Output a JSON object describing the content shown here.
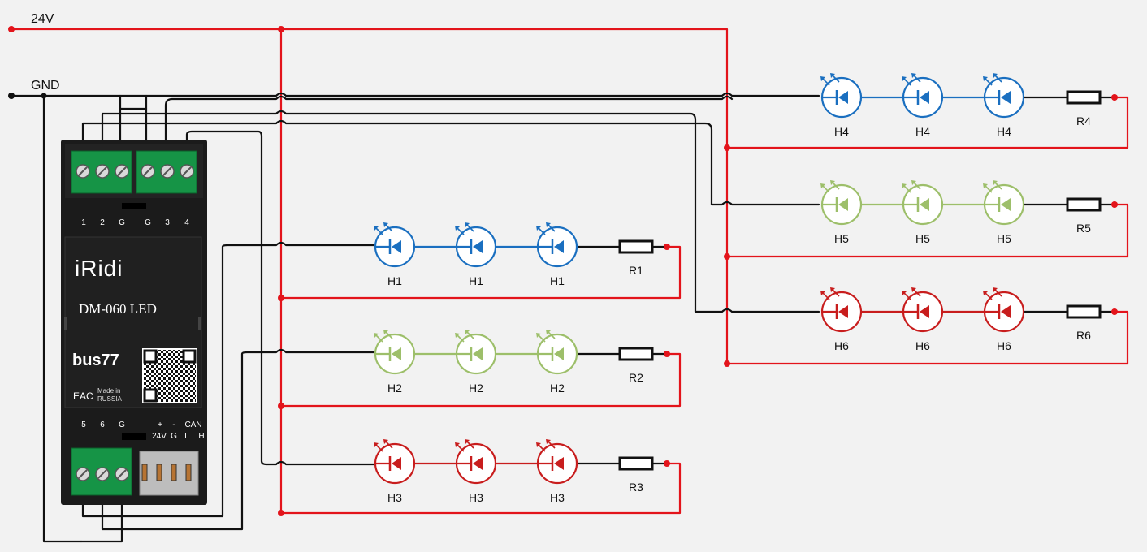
{
  "rails": {
    "v24": "24V",
    "gnd": "GND"
  },
  "module": {
    "brand": "iRidi",
    "model": "DM-060 LED",
    "bus_logo": "bus77",
    "cert_mark": "EAC",
    "made_in_line1": "Made in",
    "made_in_line2": "RUSSIA",
    "top_terminals": [
      "1",
      "2",
      "G",
      "G",
      "3",
      "4"
    ],
    "bottom_terminals": [
      "5",
      "6",
      "G"
    ],
    "power_labels": {
      "plus": "+",
      "minus": "-",
      "v24": "24V",
      "g": "G",
      "can": "CAN",
      "l": "L",
      "h": "H"
    }
  },
  "colors": {
    "blue": "#1a6fc0",
    "green": "#9dbf6a",
    "red": "#c81d1d",
    "wire": "#111111",
    "power": "#e3141b"
  },
  "strings": [
    {
      "leds": [
        "H1",
        "H1",
        "H1"
      ],
      "resistor": "R1",
      "color": "blue"
    },
    {
      "leds": [
        "H2",
        "H2",
        "H2"
      ],
      "resistor": "R2",
      "color": "green"
    },
    {
      "leds": [
        "H3",
        "H3",
        "H3"
      ],
      "resistor": "R3",
      "color": "red"
    },
    {
      "leds": [
        "H4",
        "H4",
        "H4"
      ],
      "resistor": "R4",
      "color": "blue"
    },
    {
      "leds": [
        "H5",
        "H5",
        "H5"
      ],
      "resistor": "R5",
      "color": "green"
    },
    {
      "leds": [
        "H6",
        "H6",
        "H6"
      ],
      "resistor": "R6",
      "color": "red"
    }
  ]
}
